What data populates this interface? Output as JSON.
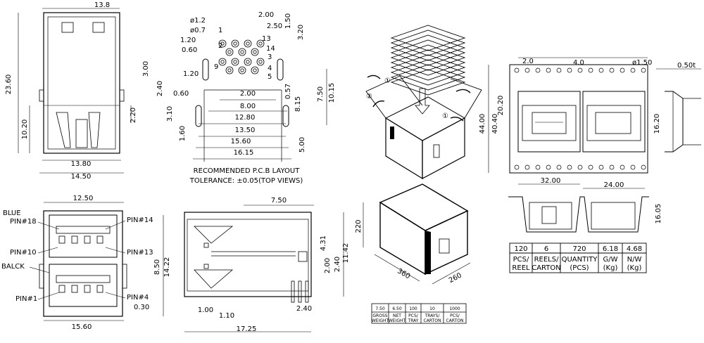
{
  "views": {
    "side_top": {
      "dims": [
        "13.8",
        "23.60",
        "10.20",
        "2.20",
        "13.80",
        "14.50"
      ]
    },
    "pcb": {
      "dims": [
        "ø1.2",
        "ø0.7",
        "2.00",
        "2.50",
        "1.50",
        "3.20",
        "1.20",
        "0.60",
        "3.00",
        "1.20",
        "2.40",
        "0.60",
        "2.00",
        "8.00",
        "12.80",
        "13.50",
        "15.60",
        "16.15",
        "0.57",
        "8.15",
        "7.50",
        "10.15",
        "5.00",
        "3.10",
        "1.60"
      ],
      "pin_nums": [
        "1",
        "2",
        "3",
        "4",
        "5",
        "9",
        "13",
        "14"
      ],
      "caption_line1": "RECOMMENDED P.C.B LAYOUT",
      "caption_line2": "TOLERANCE: ±0.05(TOP VIEWS)"
    },
    "front": {
      "dims": [
        "12.50",
        "8.50",
        "14.22",
        "15.60",
        "0.30"
      ],
      "labels": [
        "BLUE",
        "PIN#18",
        "PIN#14",
        "PIN#10",
        "PIN#13",
        "BALCK",
        "PIN#1",
        "PIN#4"
      ]
    },
    "side": {
      "dims": [
        "7.50",
        "4.31",
        "11.42",
        "2.00",
        "2.40",
        "1.00",
        "1.10",
        "2.40",
        "17.25"
      ]
    },
    "box": {
      "steps": [
        "①",
        "②",
        "①"
      ],
      "dims": [
        "220",
        "360",
        "260"
      ]
    },
    "reel": {
      "dims": [
        "2.0",
        "4.0",
        "ø1.50",
        "0.50t",
        "20.20",
        "44.00",
        "40.40",
        "16.20",
        "32.00",
        "24.00",
        "16.05"
      ]
    }
  },
  "table_reel": {
    "values": [
      "120",
      "6",
      "720",
      "6.18",
      "4.68"
    ],
    "headers": [
      [
        "PCS/",
        "REEL"
      ],
      [
        "REELS/",
        "CARTON"
      ],
      [
        "QUANTITY",
        "(PCS)"
      ],
      [
        "G/W",
        "(Kg)"
      ],
      [
        "N/W",
        "(Kg)"
      ]
    ]
  },
  "table_tray": {
    "values": [
      "7.50",
      "6.50",
      "100",
      "10",
      "1000"
    ],
    "headers": [
      [
        "GROSS",
        "WEIGHT"
      ],
      [
        "NET",
        "WEIGHT"
      ],
      [
        "PCS/",
        "TRAY"
      ],
      [
        "TRAYS/",
        "CARTON"
      ],
      [
        "PCS/",
        "CARTON"
      ]
    ]
  }
}
